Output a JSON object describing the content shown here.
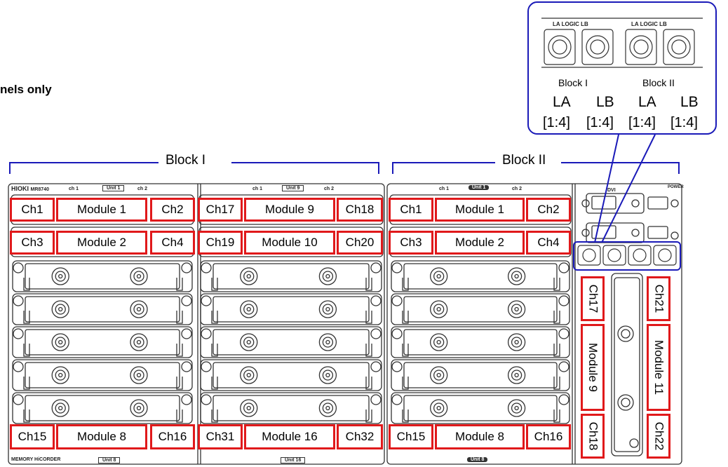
{
  "header_fragment": "nels only",
  "block_titles": {
    "left": "Block I",
    "right": "Block II"
  },
  "device": {
    "brand": "HIOKI",
    "model": "MR8740",
    "bottom_label": "MEMORY HiCORDER",
    "unit_tags": {
      "top_left": "Unit 1",
      "top_mid": "Unit 9",
      "top_right": "Unit 1",
      "bottom_left": "Unit 8",
      "bottom_mid": "Unit 16",
      "bottom_right": "Unit 8"
    },
    "ch_tags": {
      "ch1": "ch 1",
      "ch2": "ch 2"
    },
    "side_ports": {
      "dvi": "DVI",
      "power": "POWER"
    }
  },
  "callout": {
    "connector_top": {
      "left": "LA  LOGIC  LB",
      "right": "LA  LOGIC  LB"
    },
    "block_labels": [
      "Block I",
      "Block II"
    ],
    "port_labels": [
      "LA",
      "LB",
      "LA",
      "LB"
    ],
    "ranges": [
      "[1:4]",
      "[1:4]",
      "[1:4]",
      "[1:4]"
    ]
  },
  "slot_labels": {
    "left_row1": [
      "Ch1",
      "Module 1",
      "Ch2"
    ],
    "left_row2": [
      "Ch3",
      "Module 2",
      "Ch4"
    ],
    "left_row8": [
      "Ch15",
      "Module 8",
      "Ch16"
    ],
    "mid_row1": [
      "Ch17",
      "Module 9",
      "Ch18"
    ],
    "mid_row2": [
      "Ch19",
      "Module 10",
      "Ch20"
    ],
    "mid_row8": [
      "Ch31",
      "Module 16",
      "Ch32"
    ],
    "right_row1": [
      "Ch1",
      "Module 1",
      "Ch2"
    ],
    "right_row2": [
      "Ch3",
      "Module 2",
      "Ch4"
    ],
    "right_row8": [
      "Ch15",
      "Module 8",
      "Ch16"
    ],
    "side_left": [
      "Ch17",
      "Module 9",
      "Ch18"
    ],
    "side_right": [
      "Ch21",
      "Module 11",
      "Ch22"
    ]
  },
  "colors": {
    "highlight": "#e0191b",
    "bracket": "#1a1ab8",
    "device_line": "#333333"
  }
}
